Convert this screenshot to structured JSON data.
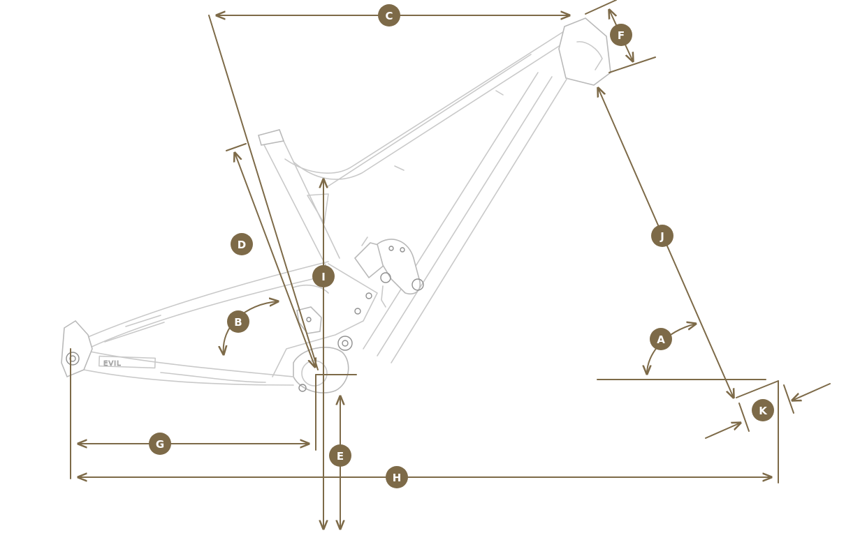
{
  "diagram": {
    "frame_brand_text": "EVIL",
    "accent_color": "#7d6a48",
    "frame_line_color": "#c9c9c9",
    "labels": {
      "A": "A",
      "B": "B",
      "C": "C",
      "D": "D",
      "E": "E",
      "F": "F",
      "G": "G",
      "H": "H",
      "I": "I",
      "J": "J",
      "K": "K"
    }
  }
}
